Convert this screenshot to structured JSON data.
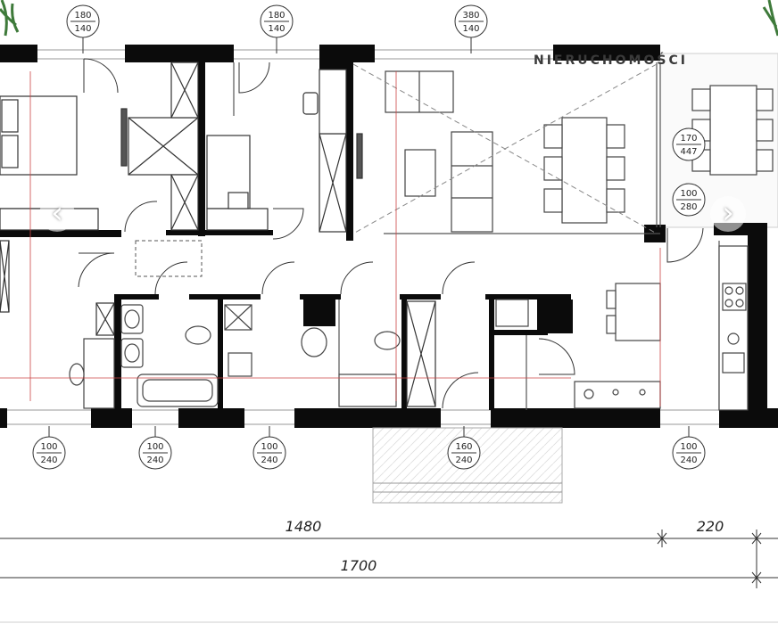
{
  "watermark": "NIERUCHOMOŚCI",
  "window_markers": {
    "top": [
      {
        "width": "180",
        "height": "140"
      },
      {
        "width": "180",
        "height": "140"
      },
      {
        "width": "380",
        "height": "140"
      }
    ],
    "terrace": {
      "width": "170",
      "height": "447"
    },
    "side": {
      "width": "100",
      "height": "280"
    },
    "bottom": [
      {
        "width": "100",
        "height": "240"
      },
      {
        "width": "100",
        "height": "240"
      },
      {
        "width": "100",
        "height": "240"
      },
      {
        "width": "160",
        "height": "240"
      },
      {
        "width": "100",
        "height": "240"
      }
    ]
  },
  "dimensions": {
    "main": "1480",
    "terrace": "220",
    "total": "1700"
  },
  "nav": {
    "prev": "‹",
    "next": "›"
  }
}
